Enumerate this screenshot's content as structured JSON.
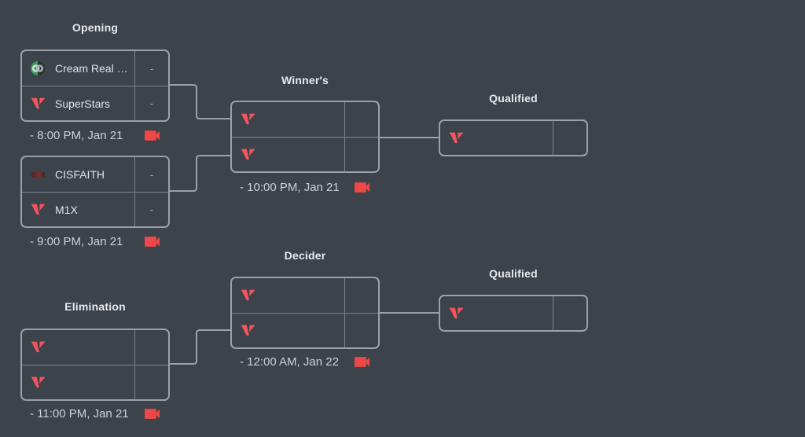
{
  "headers": {
    "opening": "Opening",
    "winners": "Winner's",
    "qualified_top": "Qualified",
    "decider": "Decider",
    "elimination": "Elimination",
    "qualified_bottom": "Qualified"
  },
  "matches": {
    "opening1": {
      "teams": [
        {
          "name": "Cream Real B…",
          "score": "-",
          "icon": "cream-real-b-logo"
        },
        {
          "name": "SuperStars",
          "score": "-",
          "icon": "valorant-default-logo"
        }
      ],
      "schedule": "- 8:00 PM, Jan 21"
    },
    "opening2": {
      "teams": [
        {
          "name": "CISFAITH",
          "score": "-",
          "icon": "cisfaith-logo"
        },
        {
          "name": "M1X",
          "score": "-",
          "icon": "valorant-default-logo"
        }
      ],
      "schedule": "- 9:00 PM, Jan 21"
    },
    "winners": {
      "teams": [
        {
          "name": "",
          "score": "",
          "icon": "valorant-default-logo"
        },
        {
          "name": "",
          "score": "",
          "icon": "valorant-default-logo"
        }
      ],
      "schedule": "- 10:00 PM, Jan 21"
    },
    "decider": {
      "teams": [
        {
          "name": "",
          "score": "",
          "icon": "valorant-default-logo"
        },
        {
          "name": "",
          "score": "",
          "icon": "valorant-default-logo"
        }
      ],
      "schedule": "- 12:00 AM, Jan 22"
    },
    "elimination": {
      "teams": [
        {
          "name": "",
          "score": "",
          "icon": "valorant-default-logo"
        },
        {
          "name": "",
          "score": "",
          "icon": "valorant-default-logo"
        }
      ],
      "schedule": "- 11:00 PM, Jan 21"
    },
    "qualified_top": {
      "teams": [
        {
          "name": "",
          "score": "",
          "icon": "valorant-default-logo"
        }
      ]
    },
    "qualified_bottom": {
      "teams": [
        {
          "name": "",
          "score": "",
          "icon": "valorant-default-logo"
        }
      ]
    }
  },
  "colors": {
    "background": "#3c434b",
    "box_border": "#9aa1a9",
    "inner_divider": "#7b838b",
    "header_text": "#e8eaec",
    "team_text": "#e0e3e6",
    "time_text": "#ccd1d5",
    "camera_red": "#ee4747",
    "valorant_red": "#f4545f",
    "cream_green": "#2fa156"
  }
}
